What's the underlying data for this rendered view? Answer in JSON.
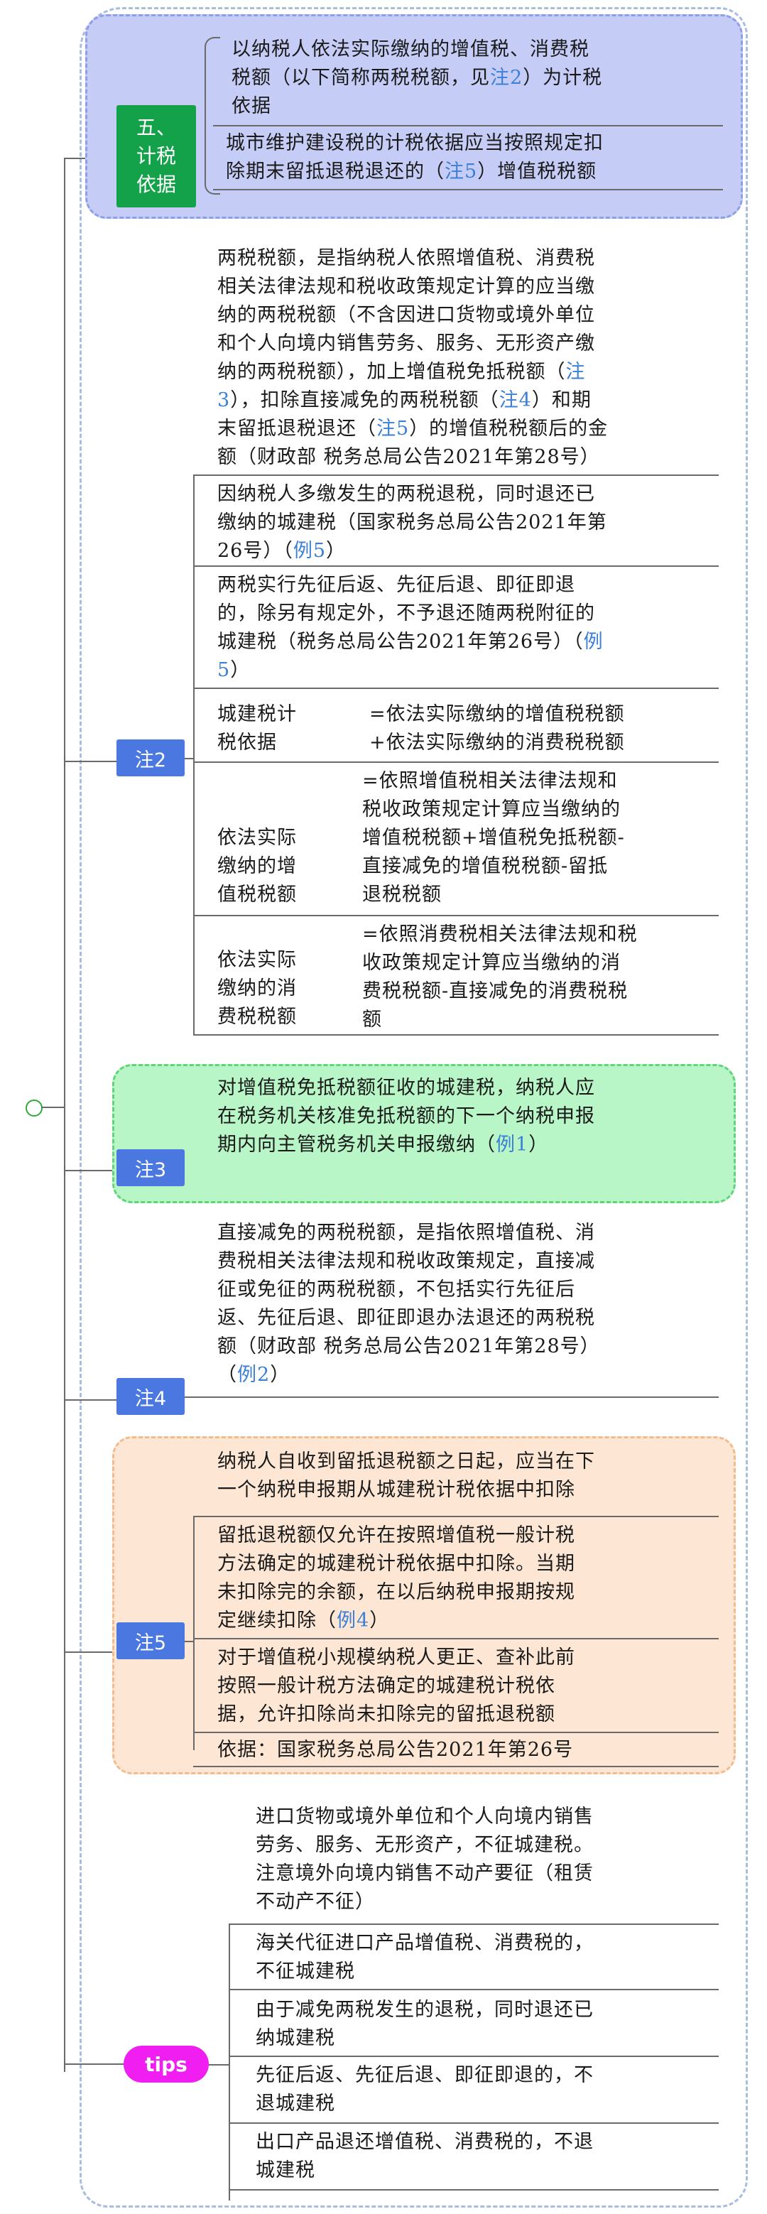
{
  "section5": {
    "tag": "五、\n计税\n依据",
    "item1_a": "以纳税人依法实际缴纳的增值税、消费税\n税额（以下简称两税税额，见",
    "item1_link": "注2",
    "item1_b": "）为计税\n依据",
    "item2_a": "城市维护建设税的计税依据应当按照规定扣\n除期末留抵退税退还的（",
    "item2_link": "注5",
    "item2_b": "）增值税税额"
  },
  "note2": {
    "tag": "注2",
    "intro_1": "两税税额，是指纳税人依照增值税、消费税\n相关法律法规和税收政策规定计算的应当缴\n纳的两税税额（不含因进口货物或境外单位\n和个人向境内销售劳务、服务、无形资产缴\n纳的两税税额），加上增值税免抵税额（",
    "intro_link1": "注\n3",
    "intro_2": "），扣除直接减免的两税税额（",
    "intro_link2": "注4",
    "intro_3": "）和期\n末留抵退税退还（",
    "intro_link3": "注5",
    "intro_4": "）的增值税税额后的金\n额（财政部 税务总局公告2021年第28号）",
    "item1_a": "因纳税人多缴发生的两税退税，同时退还已\n缴纳的城建税（国家税务总局公告2021年第\n26号）（",
    "item1_link": "例5",
    "item1_b": "）",
    "item2_a": "两税实行先征后返、先征后退、即征即退\n的，除另有规定外，不予退还随两税附征的\n城建税（税务总局公告2021年第26号）（",
    "item2_link": "例\n5",
    "item2_b": "）",
    "row1_label": "城建税计\n税依据",
    "row1_value": "=依法实际缴纳的增值税税额\n+依法实际缴纳的消费税税额",
    "row2_label": "依法实际\n缴纳的增\n值税税额",
    "row2_value": "=依照增值税相关法律法规和\n税收政策规定计算应当缴纳的\n增值税税额+增值税免抵税额-\n直接减免的增值税税额-留抵\n退税税额",
    "row3_label": "依法实际\n缴纳的消\n费税税额",
    "row3_value": "=依照消费税相关法律法规和税\n收政策规定计算应当缴纳的消\n费税税额-直接减免的消费税税\n额"
  },
  "note3": {
    "tag": "注3",
    "text_a": "对增值税免抵税额征收的城建税，纳税人应\n在税务机关核准免抵税额的下一个纳税申报\n期内向主管税务机关申报缴纳（",
    "text_link": "例1",
    "text_b": "）"
  },
  "note4": {
    "tag": "注4",
    "text_a": "直接减免的两税税额，是指依照增值税、消\n费税相关法律法规和税收政策规定，直接减\n征或免征的两税税额，不包括实行先征后\n返、先征后退、即征即退办法退还的两税税\n额（财政部 税务总局公告2021年第28号）\n（",
    "text_link": "例2",
    "text_b": "）"
  },
  "note5": {
    "tag": "注5",
    "intro": "纳税人自收到留抵退税额之日起，应当在下\n一个纳税申报期从城建税计税依据中扣除",
    "item1_a": "留抵退税额仅允许在按照增值税一般计税\n方法确定的城建税计税依据中扣除。当期\n未扣除完的余额，在以后纳税申报期按规\n定继续扣除（",
    "item1_link": "例4",
    "item1_b": "）",
    "item2": "对于增值税小规模纳税人更正、查补此前\n按照一般计税方法确定的城建税计税依\n据，允许扣除尚未扣除完的留抵退税额",
    "item3": "依据：国家税务总局公告2021年第26号"
  },
  "tips": {
    "tag": "tips",
    "item1": "进口货物或境外单位和个人向境内销售\n劳务、服务、无形资产，不征城建税。\n注意境外向境内销售不动产要征（租赁\n不动产不征）",
    "item2": "海关代征进口产品增值税、消费税的，\n不征城建税",
    "item3": "由于减免两税发生的退税，同时退还已\n纳城建税",
    "item4": "先征后返、先征后退、即征即退的，不\n退城建税",
    "item5": "出口产品退还增值税、消费税的，不退\n城建税"
  },
  "colors": {
    "note_tag": "#4a78e0",
    "section_tag": "#13a24a",
    "tips_tag": "#f01ef0",
    "card_blue": "#c5ccf5",
    "card_green": "#b9f6c7",
    "card_peach": "#fde7d4",
    "link": "#3c7fd6"
  }
}
